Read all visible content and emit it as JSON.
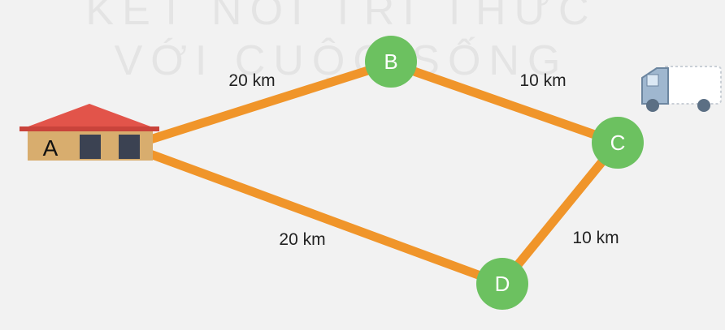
{
  "watermark": {
    "line1": "KẾT NỐI TRI THỨC",
    "line2": "VỚI CUỘC SỐNG"
  },
  "nodes": {
    "a": "A",
    "b": "B",
    "c": "C",
    "d": "D"
  },
  "edges": {
    "ab": "20 km",
    "bc": "10 km",
    "ad": "20 km",
    "dc": "10 km"
  },
  "colors": {
    "road": "#f0952a",
    "node": "#6cc160",
    "roof": "#e2544a",
    "wall": "#d8ad6e",
    "window": "#3b4252",
    "background": "#f2f2f2"
  },
  "icons": {
    "house": "house-icon",
    "truck": "truck-icon"
  }
}
